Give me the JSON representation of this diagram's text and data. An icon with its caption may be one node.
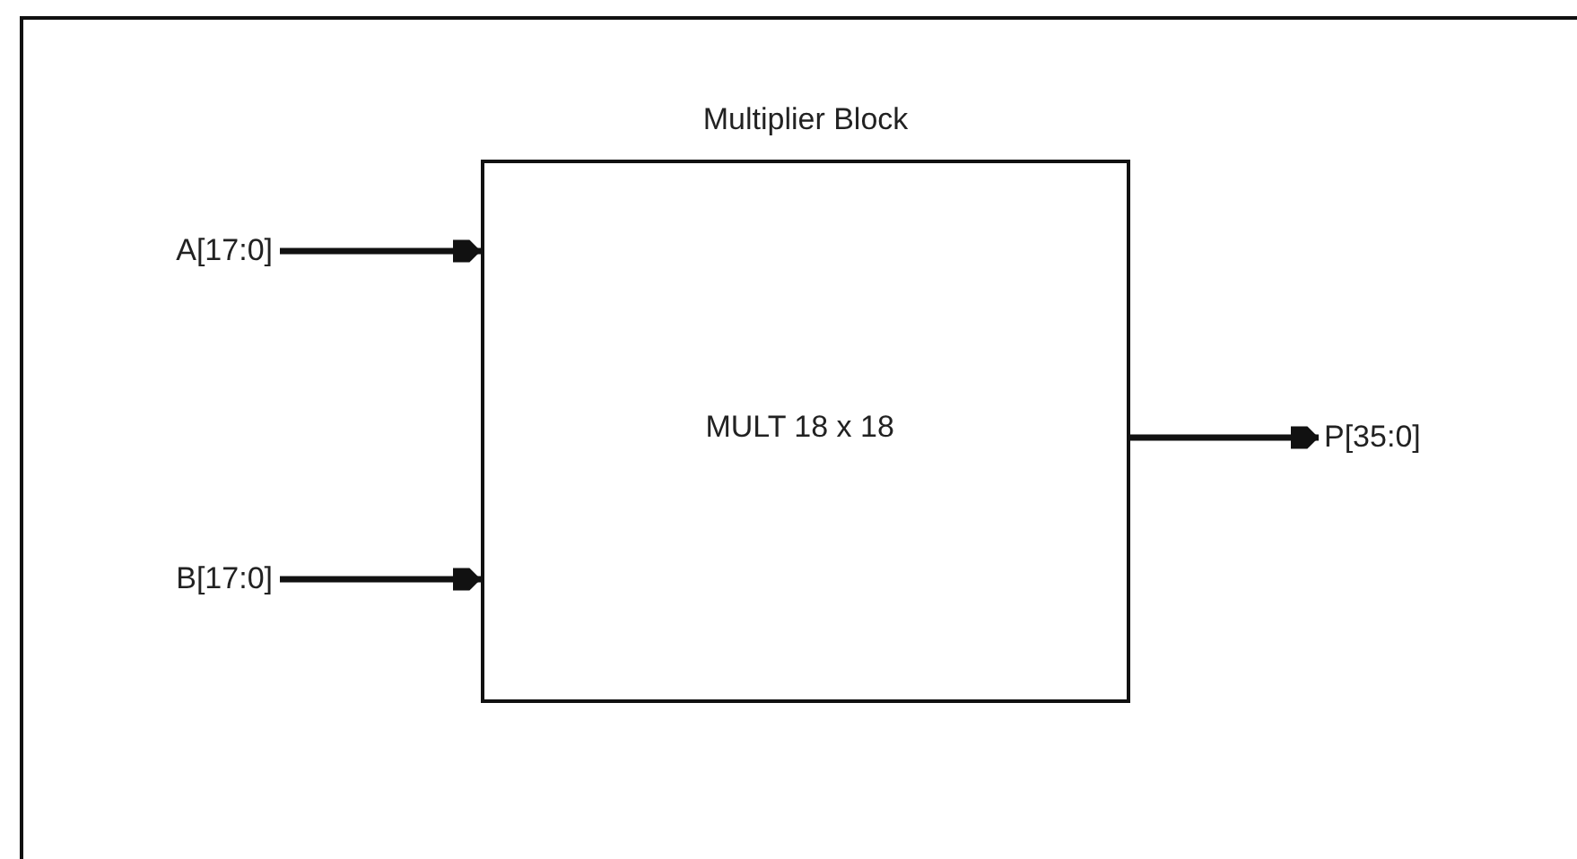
{
  "diagram": {
    "nodes": [
      {
        "text": [
          "Multiplier Block",
          "MULT 18 x 18"
        ]
      },
      {
        "text": [
          "A[17:0]"
        ]
      },
      {
        "text": [
          "B[17:0]"
        ]
      },
      {
        "text": [
          "P[35:0]"
        ]
      }
    ],
    "edges": [
      {
        "from": 1,
        "to": 0,
        "arrow": "to"
      },
      {
        "from": 2,
        "to": 0,
        "arrow": "to"
      },
      {
        "from": 0,
        "to": 3,
        "arrow": "to"
      }
    ]
  }
}
